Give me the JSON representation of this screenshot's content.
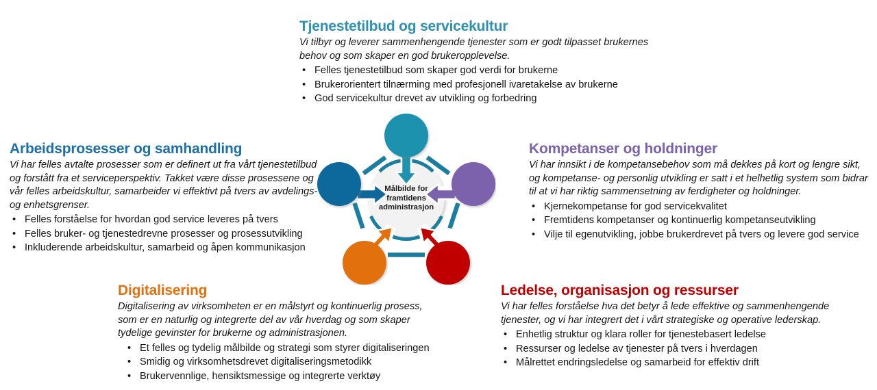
{
  "colors": {
    "teal": "#1E92AE",
    "teal_heading": "#2D91B1",
    "blue": "#10679B",
    "blue_heading": "#1F6FA8",
    "purple": "#7B62AC",
    "purple_heading": "#7B62AC",
    "orange": "#E2700D",
    "orange_heading": "#E2700D",
    "red": "#C00000",
    "red_heading": "#C00000",
    "center_fill": "#F2F2F2",
    "connector": "#1B7E9E"
  },
  "diagram": {
    "center_label_line1": "Målbilde for",
    "center_label_line2": "framtidens",
    "center_label_line3": "administrasjon",
    "nodes": [
      {
        "name": "tjenestetilbud",
        "color": "#1E92AE",
        "position": "top"
      },
      {
        "name": "kompetanser",
        "color": "#7B62AC",
        "position": "right"
      },
      {
        "name": "ledelse",
        "color": "#C00000",
        "position": "bottom-right"
      },
      {
        "name": "digitalisering",
        "color": "#E2700D",
        "position": "bottom-left"
      },
      {
        "name": "arbeidsprosesser",
        "color": "#10679B",
        "position": "left"
      }
    ]
  },
  "blocks": {
    "tjenestetilbud": {
      "title": "Tjenestetilbud og servicekultur",
      "intro": "Vi tilbyr og leverer sammenhengende tjenester som er godt tilpasset brukernes behov og som skaper en god brukeropplevelse.",
      "bullets": [
        "Felles tjenestetilbud som skaper god verdi for brukerne",
        "Brukerorientert tilnærming med profesjonell ivaretakelse av brukerne",
        "God servicekultur drevet av utvikling og forbedring"
      ]
    },
    "arbeidsprosesser": {
      "title": "Arbeidsprosesser og samhandling",
      "intro": "Vi har felles avtalte prosesser som er definert ut fra vårt tjenestetilbud og forstått fra et serviceperspektiv. Takket være disse prosessene og vår felles arbeidskultur, samarbeider vi effektivt på tvers av avdelings- og enhetsgrenser.",
      "bullets": [
        "Felles forståelse for hvordan god service leveres på tvers",
        "Felles bruker- og tjenestedrevne prosesser og prosessutvikling",
        "Inkluderende arbeidskultur, samarbeid og åpen kommunikasjon"
      ]
    },
    "kompetanser": {
      "title": "Kompetanser og holdninger",
      "intro": "Vi har innsikt i de kompetansebehov som må dekkes på kort og lengre sikt, og kompetanse- og personlig utvikling er satt i et helhetlig system som bidrar til at vi har riktig sammensetning av ferdigheter og holdninger.",
      "bullets": [
        "Kjernekompetanse for god servicekvalitet",
        "Fremtidens kompetanser og kontinuerlig kompetanseutvikling",
        "Vilje til egenutvikling, jobbe brukerdrevet på tvers og levere god service"
      ]
    },
    "digitalisering": {
      "title": "Digitalisering",
      "intro": "Digitalisering av virksomheten er en målstyrt og kontinuerlig prosess, som er en naturlig og integrerte del av vår hverdag og som skaper tydelige gevinster for brukerne og administrasjonen.",
      "bullets": [
        "Et felles og tydelig målbilde og strategi som styrer digitaliseringen",
        "Smidig og virksomhetsdrevet digitaliseringsmetodikk",
        "Brukervennlige, hensiktsmessige og integrerte verktøy"
      ]
    },
    "ledelse": {
      "title": "Ledelse, organisasjon og ressurser",
      "intro": "Vi har felles forståelse hva det betyr å lede effektive og sammenhengende tjenester, og vi har integrert det i vårt strategiske og operative lederskap.",
      "bullets": [
        "Enhetlig struktur og klara roller for tjenestebasert ledelse",
        "Ressurser og ledelse av tjenester på tvers i hverdagen",
        "Målrettet endringsledelse og samarbeid for effektiv drift"
      ]
    }
  },
  "bullet_glyph": "•"
}
